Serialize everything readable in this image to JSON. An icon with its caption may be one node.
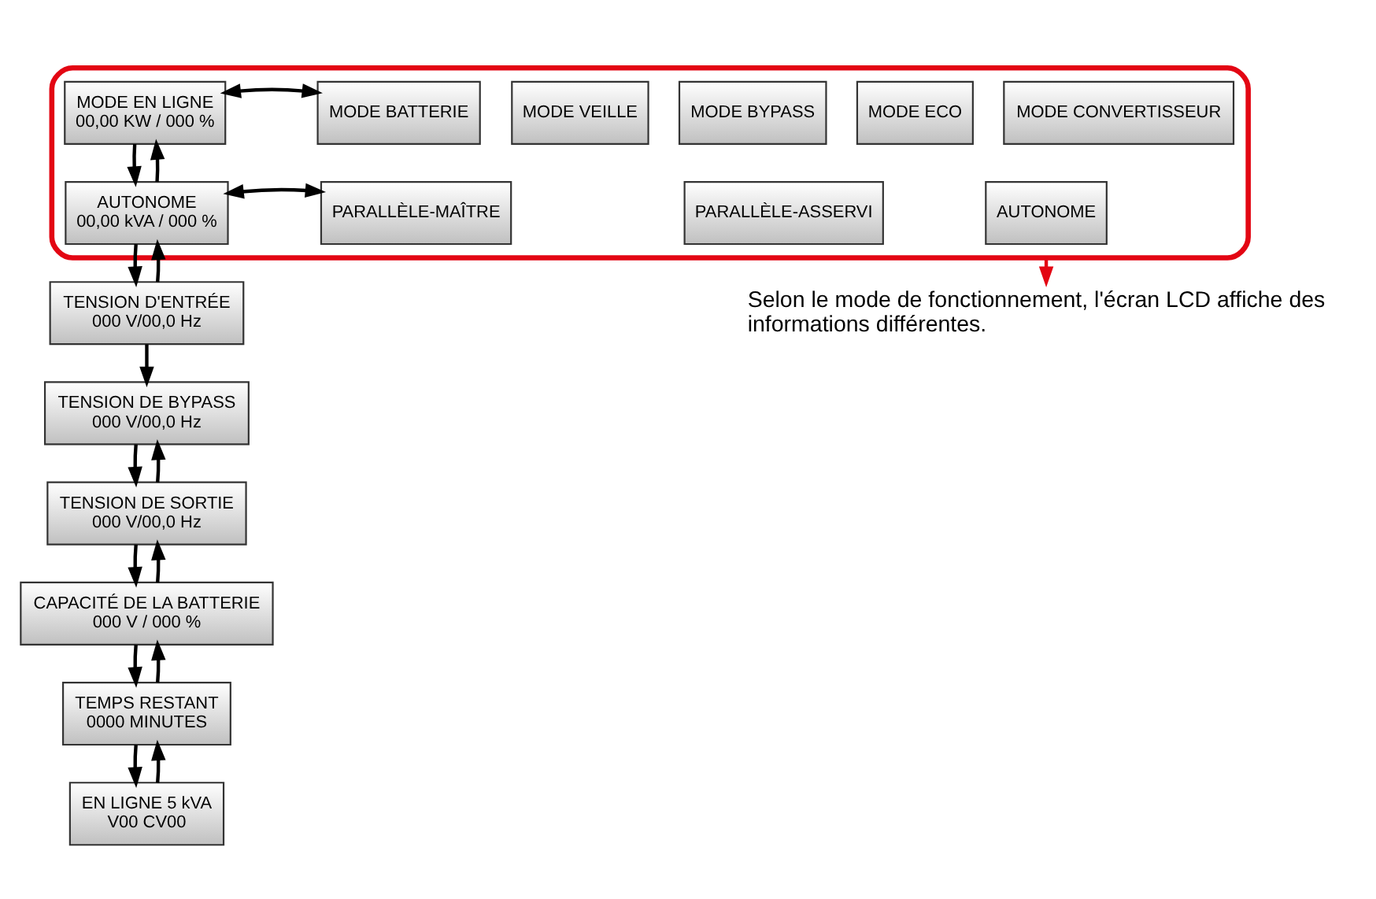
{
  "diagram": {
    "nodes": [
      {
        "text": [],
        "shape": "box"
      },
      {
        "text": [
          "MODE EN LIGNE",
          "00,00 KW / 000 %"
        ],
        "in": 0
      },
      {
        "text": [
          "MODE BATTERIE"
        ],
        "in": 0
      },
      {
        "text": [
          "MODE VEILLE"
        ],
        "in": 0
      },
      {
        "text": [
          "MODE BYPASS"
        ],
        "in": 0
      },
      {
        "text": [
          "MODE ECO"
        ],
        "in": 0
      },
      {
        "text": [
          "MODE CONVERTISSEUR"
        ],
        "in": 0
      },
      {
        "text": [
          "AUTONOME",
          "00,00 kVA / 000 %"
        ],
        "in": 0
      },
      {
        "text": [
          "PARALLÈLE-MAÎTRE"
        ],
        "in": 0
      },
      {
        "text": [
          "PARALLÈLE-ASSERVI"
        ],
        "in": 0
      },
      {
        "text": [
          "AUTONOME"
        ],
        "in": 0
      },
      {
        "text": [
          "TENSION D'ENTRÉE",
          "000 V/00,0 Hz"
        ]
      },
      {
        "text": [
          "TENSION DE BYPASS",
          "000 V/00,0 Hz"
        ]
      },
      {
        "text": [
          "TENSION DE SORTIE",
          "000 V/00,0 Hz"
        ]
      },
      {
        "text": [
          "CAPACITÉ DE LA BATTERIE",
          "000 V / 000 %"
        ]
      },
      {
        "text": [
          "TEMPS RESTANT",
          "0000 MINUTES"
        ]
      },
      {
        "text": [
          "EN LIGNE 5 kVA",
          "V00 CV00"
        ]
      },
      {
        "text": [
          "Selon le mode de fonctionnement, l'écran LCD affiche des informations différentes."
        ]
      }
    ],
    "edges": [
      {
        "from": 1,
        "to": 2,
        "arrow": "both"
      },
      {
        "from": 1,
        "to": 7,
        "arrow": "to"
      },
      {
        "from": 7,
        "to": 1,
        "arrow": "to"
      },
      {
        "from": 7,
        "to": 8,
        "arrow": "both"
      },
      {
        "from": 7,
        "to": 11,
        "arrow": "to"
      },
      {
        "from": 11,
        "to": 7,
        "arrow": "to"
      },
      {
        "from": 11,
        "to": 12,
        "arrow": "to"
      },
      {
        "from": 12,
        "to": 13,
        "arrow": "to"
      },
      {
        "from": 13,
        "to": 12,
        "arrow": "to"
      },
      {
        "from": 13,
        "to": 14,
        "arrow": "to"
      },
      {
        "from": 14,
        "to": 13,
        "arrow": "to"
      },
      {
        "from": 14,
        "to": 15,
        "arrow": "to"
      },
      {
        "from": 15,
        "to": 14,
        "arrow": "to"
      },
      {
        "from": 15,
        "to": 16,
        "arrow": "to"
      },
      {
        "from": 16,
        "to": 15,
        "arrow": "to"
      },
      {
        "from": 0,
        "to": 17,
        "arrow": "to",
        "color": "#e30613"
      }
    ]
  }
}
